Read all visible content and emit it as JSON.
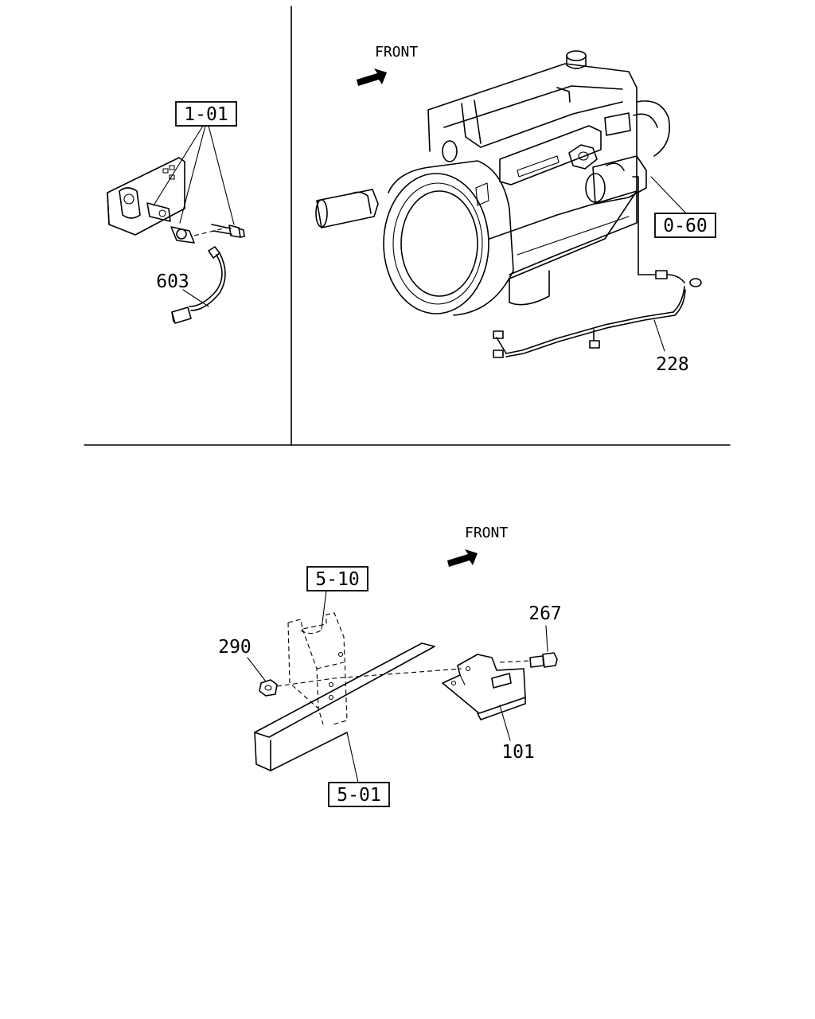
{
  "panels": {
    "top_left": {
      "ref_box": "1-01",
      "part_label": "603"
    },
    "top_right": {
      "direction_label": "FRONT",
      "ref_box": "0-60",
      "part_label": "228"
    },
    "bottom": {
      "direction_label": "FRONT",
      "ref_box_upper": "5-10",
      "ref_box_lower": "5-01",
      "part_labels": [
        "290",
        "267",
        "101"
      ]
    }
  }
}
